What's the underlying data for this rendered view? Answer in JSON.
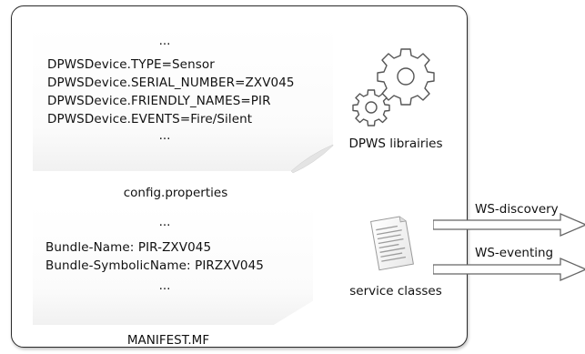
{
  "config_file": {
    "ellipsis_top": "...",
    "lines": [
      "DPWSDevice.TYPE=Sensor",
      "DPWSDevice.SERIAL_NUMBER=ZXV045",
      "DPWSDevice.FRIENDLY_NAMES=PIR",
      "DPWSDevice.EVENTS=Fire/Silent"
    ],
    "ellipsis_bottom": "...",
    "caption": "config.properties"
  },
  "manifest_file": {
    "ellipsis_top": "...",
    "lines": [
      "Bundle-Name: PIR-ZXV045",
      "Bundle-SymbolicName: PIRZXV045"
    ],
    "ellipsis_bottom": "...",
    "caption": "MANIFEST.MF"
  },
  "dpws_libraries": {
    "icon": "gears-icon",
    "label": "DPWS librairies"
  },
  "service_classes": {
    "icon": "document-icon",
    "label": "service classes"
  },
  "arrows": [
    {
      "label": "WS-discovery"
    },
    {
      "label": "WS-eventing"
    }
  ]
}
